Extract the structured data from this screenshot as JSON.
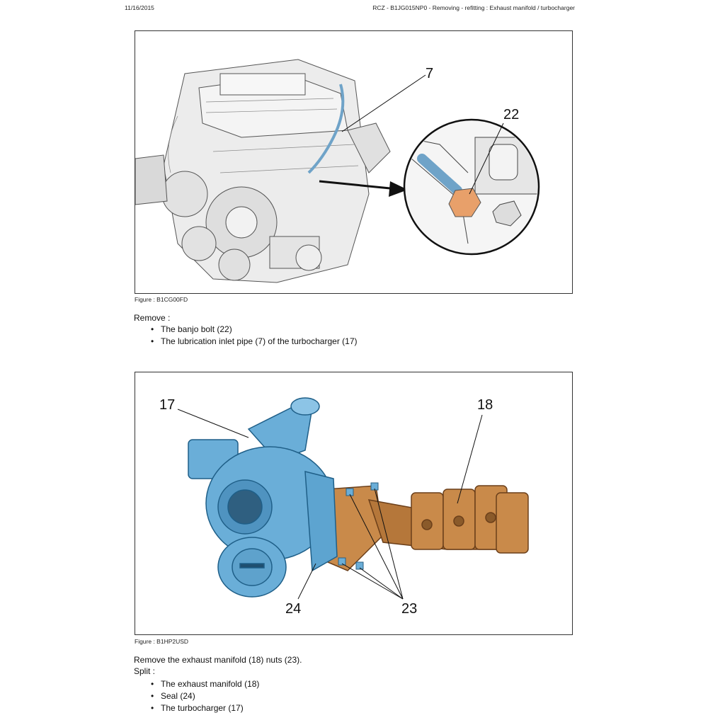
{
  "header": {
    "date": "11/16/2015",
    "title": "RCZ - B1JG015NP0 - Removing - refitting : Exhaust manifold / turbocharger"
  },
  "figure1": {
    "caption": "Figure : B1CG00FD",
    "callouts": [
      "7",
      "22"
    ],
    "colors": {
      "pipe": "#6fa3c8",
      "bolt": "#e8a06a",
      "engine": "#e6e6e6"
    }
  },
  "step1": {
    "heading": "Remove :",
    "items": [
      "The banjo bolt (22)",
      "The lubrication inlet pipe (7) of the turbocharger (17)"
    ]
  },
  "figure2": {
    "caption": "Figure : B1HP2USD",
    "callouts": [
      "17",
      "18",
      "24",
      "23"
    ],
    "colors": {
      "turbocharger": "#6aaed8",
      "manifold": "#c98a4a"
    }
  },
  "step2": {
    "line1": "Remove the exhaust manifold (18) nuts (23).",
    "heading": "Split :",
    "items": [
      "The exhaust manifold (18)",
      "Seal (24)",
      "The turbocharger (17)"
    ]
  }
}
